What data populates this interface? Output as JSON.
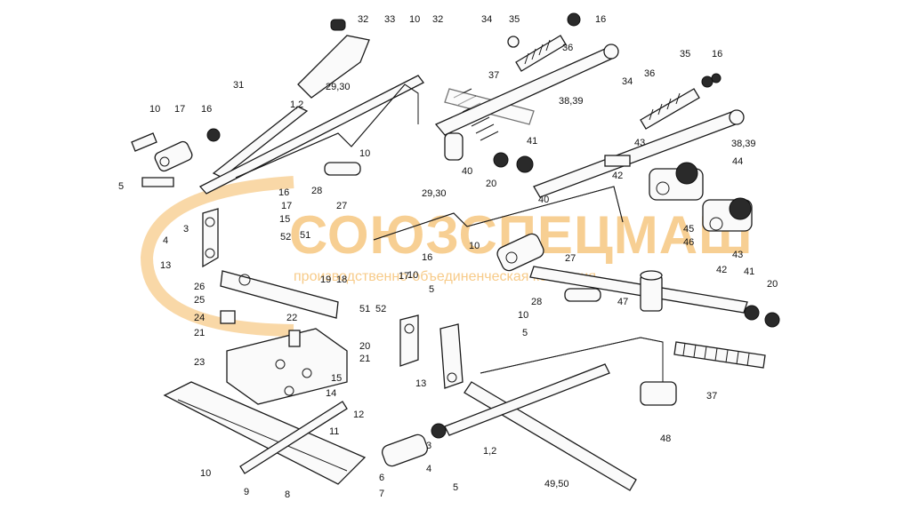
{
  "watermark": {
    "title": "СОЮЗСПЕЦМАШ",
    "subtitle": "производственно-объединенческая компания",
    "color": "#f2a93b"
  },
  "callouts": [
    {
      "t": "32"
    },
    {
      "t": "33"
    },
    {
      "t": "10"
    },
    {
      "t": "32"
    },
    {
      "t": "34"
    },
    {
      "t": "35"
    },
    {
      "t": "16"
    },
    {
      "t": "36"
    },
    {
      "t": "31"
    },
    {
      "t": "1,2"
    },
    {
      "t": "29,30"
    },
    {
      "t": "37"
    },
    {
      "t": "38,39"
    },
    {
      "t": "34"
    },
    {
      "t": "36"
    },
    {
      "t": "35"
    },
    {
      "t": "16"
    },
    {
      "t": "10"
    },
    {
      "t": "17"
    },
    {
      "t": "16"
    },
    {
      "t": "5"
    },
    {
      "t": "10"
    },
    {
      "t": "41"
    },
    {
      "t": "43"
    },
    {
      "t": "38,39"
    },
    {
      "t": "28"
    },
    {
      "t": "16"
    },
    {
      "t": "40"
    },
    {
      "t": "20"
    },
    {
      "t": "44"
    },
    {
      "t": "27"
    },
    {
      "t": "17"
    },
    {
      "t": "29,30"
    },
    {
      "t": "42"
    },
    {
      "t": "40"
    },
    {
      "t": "4"
    },
    {
      "t": "3"
    },
    {
      "t": "15"
    },
    {
      "t": "52"
    },
    {
      "t": "51"
    },
    {
      "t": "10"
    },
    {
      "t": "45"
    },
    {
      "t": "46"
    },
    {
      "t": "43"
    },
    {
      "t": "13"
    },
    {
      "t": "16"
    },
    {
      "t": "27"
    },
    {
      "t": "17"
    },
    {
      "t": "42"
    },
    {
      "t": "41"
    },
    {
      "t": "20"
    },
    {
      "t": "26"
    },
    {
      "t": "25"
    },
    {
      "t": "19"
    },
    {
      "t": "18"
    },
    {
      "t": "10"
    },
    {
      "t": "5"
    },
    {
      "t": "28"
    },
    {
      "t": "47"
    },
    {
      "t": "24"
    },
    {
      "t": "22"
    },
    {
      "t": "51"
    },
    {
      "t": "52"
    },
    {
      "t": "10"
    },
    {
      "t": "21"
    },
    {
      "t": "20"
    },
    {
      "t": "21"
    },
    {
      "t": "5"
    },
    {
      "t": "23"
    },
    {
      "t": "15"
    },
    {
      "t": "13"
    },
    {
      "t": "37"
    },
    {
      "t": "14"
    },
    {
      "t": "12"
    },
    {
      "t": "11"
    },
    {
      "t": "3"
    },
    {
      "t": "1,2"
    },
    {
      "t": "48"
    },
    {
      "t": "4"
    },
    {
      "t": "10"
    },
    {
      "t": "6"
    },
    {
      "t": "5"
    },
    {
      "t": "9"
    },
    {
      "t": "8"
    },
    {
      "t": "7"
    },
    {
      "t": "49,50"
    }
  ]
}
